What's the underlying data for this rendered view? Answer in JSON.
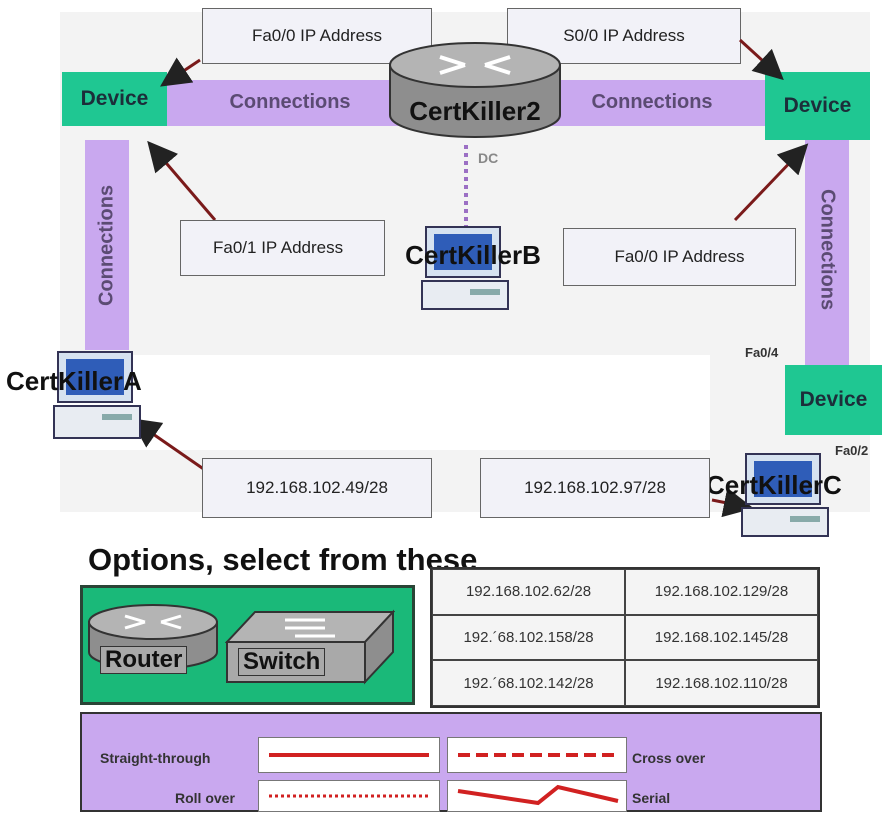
{
  "top_boxes": {
    "left_label": "Fa0/0 IP Address",
    "right_label": "S0/0 IP Address"
  },
  "devices": {
    "left": "Device",
    "right": "Device",
    "lower_right": "Device"
  },
  "connections": {
    "top_left": "Connections",
    "top_right": "Connections",
    "left_vertical": "Connections",
    "right_vertical": "Connections"
  },
  "router_name": "CertKiller2",
  "dce_label": "DC",
  "middle_boxes": {
    "left_label": "Fa0/1 IP Address",
    "right_label": "Fa0/0 IP Address"
  },
  "hosts": {
    "a": "CertKillerA",
    "b": "CertKillerB",
    "c": "CertKillerC"
  },
  "port_labels": {
    "fa04": "Fa0/4",
    "fa02": "Fa0/2"
  },
  "bottom_boxes": {
    "left_ip": "192.168.102.49/28",
    "right_ip": "192.168.102.97/28"
  },
  "options": {
    "title": "Options, select from these",
    "router_label": "Router",
    "switch_label": "Switch",
    "ip_options": [
      "192.168.102.62/28",
      "192.168.102.129/28",
      "192.´68.102.158/28",
      "192.168.102.145/28",
      "192.´68.102.142/28",
      "192.168.102.110/28"
    ],
    "cables": {
      "straight": "Straight-through",
      "cross": "Cross over",
      "roll": "Roll over",
      "serial": "Serial"
    }
  }
}
